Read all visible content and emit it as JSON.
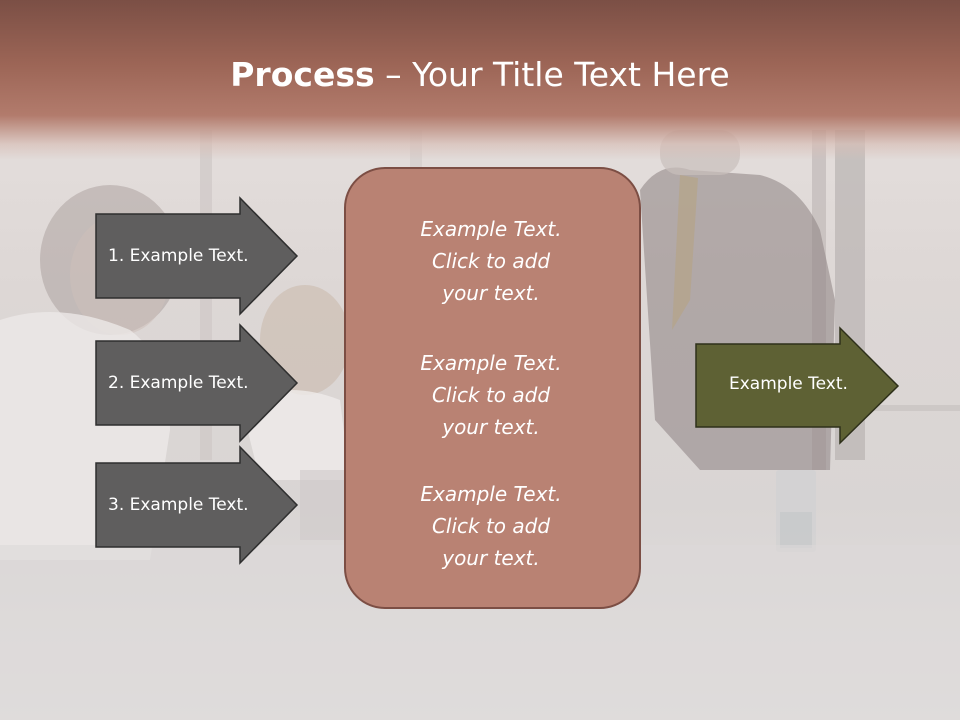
{
  "slide": {
    "title_bold": "Process",
    "title_dash": " – ",
    "title_rest": "Your Title Text Here",
    "left_arrows": [
      {
        "label": "1. Example Text."
      },
      {
        "label": "2. Example Text."
      },
      {
        "label": "3. Example Text."
      }
    ],
    "center_blocks": [
      {
        "line1": "Example Text.",
        "line2": "Click  to add",
        "line3": "your text."
      },
      {
        "line1": "Example Text.",
        "line2": "Click  to add",
        "line3": "your text."
      },
      {
        "line1": "Example Text.",
        "line2": "Click  to add",
        "line3": "your text."
      }
    ],
    "right_arrow": {
      "label": "Example Text."
    }
  },
  "colors": {
    "header": "#9c6556",
    "left_arrow_fill": "#5f5e5e",
    "center_box_fill": "#b98273",
    "center_box_border": "#7c4e44",
    "right_arrow_fill": "#5e6134"
  }
}
